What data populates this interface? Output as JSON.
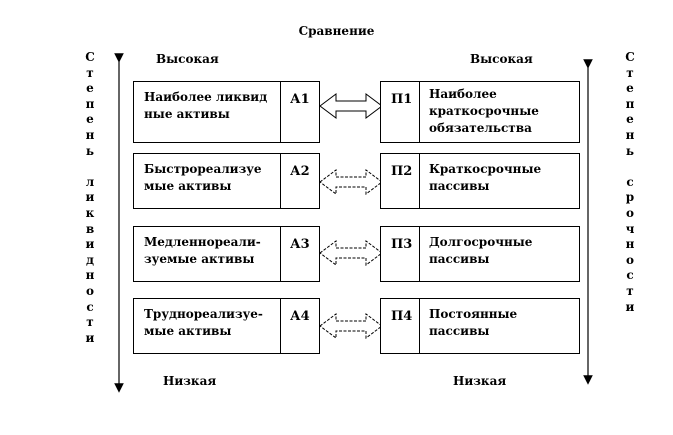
{
  "title": "Сравнение",
  "left_axis": {
    "label": "С\nт\nе\nп\nе\nн\nь\n\nл\nи\nк\nв\nи\nд\nн\nо\nс\nт\nи",
    "top": "Высокая",
    "bottom": "Низкая"
  },
  "right_axis": {
    "label": "С\nт\nе\nп\nе\nн\nь\n\nс\nр\nо\nч\nн\nо\nс\nт\nи",
    "top": "Высокая",
    "bottom": "Низкая"
  },
  "assets": [
    {
      "text": "Наиболее ликвид\nные активы",
      "code": "А1"
    },
    {
      "text": "Быстрореализуе\nмые активы",
      "code": "А2"
    },
    {
      "text": "Медленнореали-\nзуемые активы",
      "code": "А3"
    },
    {
      "text": "Труднореализуе-\nмые активы",
      "code": "А4"
    }
  ],
  "liabilities": [
    {
      "code": "П1",
      "text": "Наиболее\nкраткосрочные\nобязательства"
    },
    {
      "code": "П2",
      "text": "Краткосрочные\nпассивы"
    },
    {
      "code": "П3",
      "text": "Долгосрочные\nпассивы"
    },
    {
      "code": "П4",
      "text": "Постоянные\nпассивы"
    }
  ]
}
